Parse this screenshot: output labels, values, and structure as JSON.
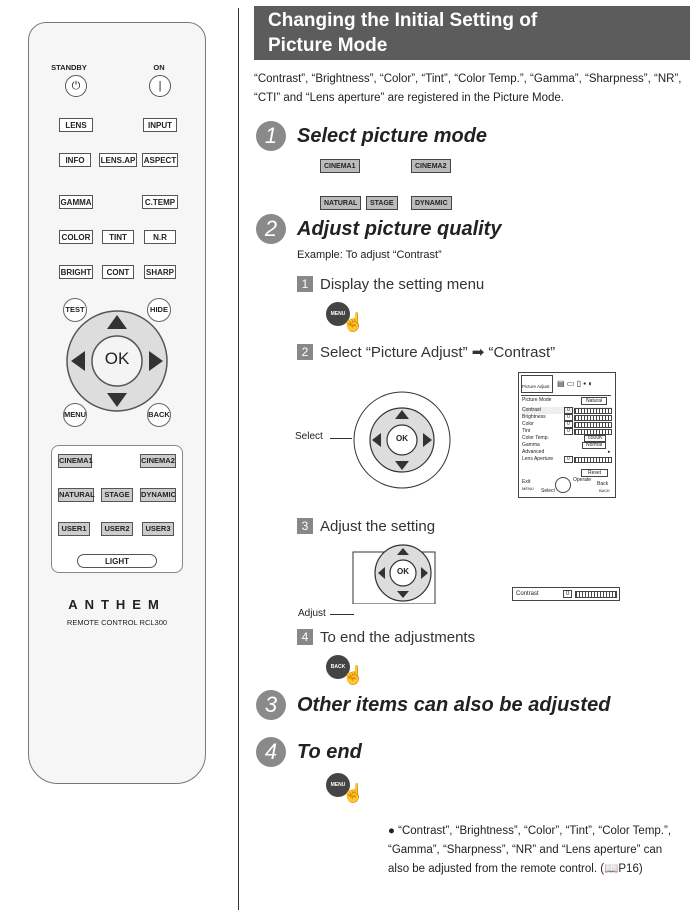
{
  "remote": {
    "standby": "STANDBY",
    "on": "ON",
    "rows": [
      [
        "LENS",
        "INPUT"
      ],
      [
        "INFO",
        "LENS.AP",
        "ASPECT"
      ],
      [
        "GAMMA",
        "C.TEMP"
      ],
      [
        "COLOR",
        "TINT",
        "N.R"
      ],
      [
        "BRIGHT",
        "CONT",
        "SHARP"
      ]
    ],
    "test": "TEST",
    "hide": "HIDE",
    "ok": "OK",
    "menu": "MENU",
    "back": "BACK",
    "picture_buttons": [
      [
        "CINEMA1",
        "CINEMA2"
      ],
      [
        "NATURAL",
        "STAGE",
        "DYNAMIC"
      ],
      [
        "USER1",
        "USER2",
        "USER3"
      ]
    ],
    "light": "LIGHT",
    "brand": "ANTHEM",
    "model": "REMOTE CONTROL RCL300"
  },
  "header": {
    "line1": "Changing the Initial Setting of",
    "line2": "Picture Mode"
  },
  "intro": "“Contrast”, “Brightness”, “Color”, “Tint”, “Color Temp.”, “Gamma”, “Sharpness”, “NR”, “CTI” and “Lens aperture” are registered in the Picture Mode.",
  "steps": [
    {
      "num": "1",
      "title": "Select picture mode"
    },
    {
      "num": "2",
      "title": "Adjust picture quality"
    },
    {
      "num": "3",
      "title": "Other items can also be adjusted"
    },
    {
      "num": "4",
      "title": "To end"
    }
  ],
  "mode_buttons": [
    "CINEMA1",
    "CINEMA2",
    "NATURAL",
    "STAGE",
    "DYNAMIC"
  ],
  "example": "Example: To adjust “Contrast”",
  "substeps": [
    {
      "num": "1",
      "text": "Display the setting menu"
    },
    {
      "num": "2",
      "text": "Select “Picture Adjust”",
      "text2": "“Contrast”"
    },
    {
      "num": "3",
      "text": "Adjust the setting"
    },
    {
      "num": "4",
      "text": "To end the adjustments"
    }
  ],
  "labels": {
    "select": "Select",
    "adjust": "Adjust",
    "ok": "OK",
    "menu": "MENU",
    "back": "BACK"
  },
  "screen": {
    "tab": "Picture Adjust",
    "picture_mode_label": "Picture Mode",
    "picture_mode_value": "Natural",
    "rows": [
      "Contrast",
      "Brightness",
      "Color",
      "Tint",
      "Color Temp.",
      "Gamma",
      "Advanced",
      "Lens Aperture"
    ],
    "row_values": [
      "0",
      "0",
      "0",
      "0",
      "6500K",
      "Normal",
      "",
      "0"
    ],
    "reset": "Reset",
    "footer_exit": "Exit",
    "footer_operate": "Operate",
    "footer_select": "Select",
    "footer_back": "Back",
    "footer_menu": "MENU",
    "footer_bk": "BACK"
  },
  "bar": {
    "label": "Contrast",
    "value": "0"
  },
  "note": "“Contrast”, “Brightness”, “Color”, “Tint”, “Color Temp.”, “Gamma”, “Sharpness”, “NR” and “Lens aperture” can also be adjusted from the remote control.",
  "note_ref": "P16"
}
